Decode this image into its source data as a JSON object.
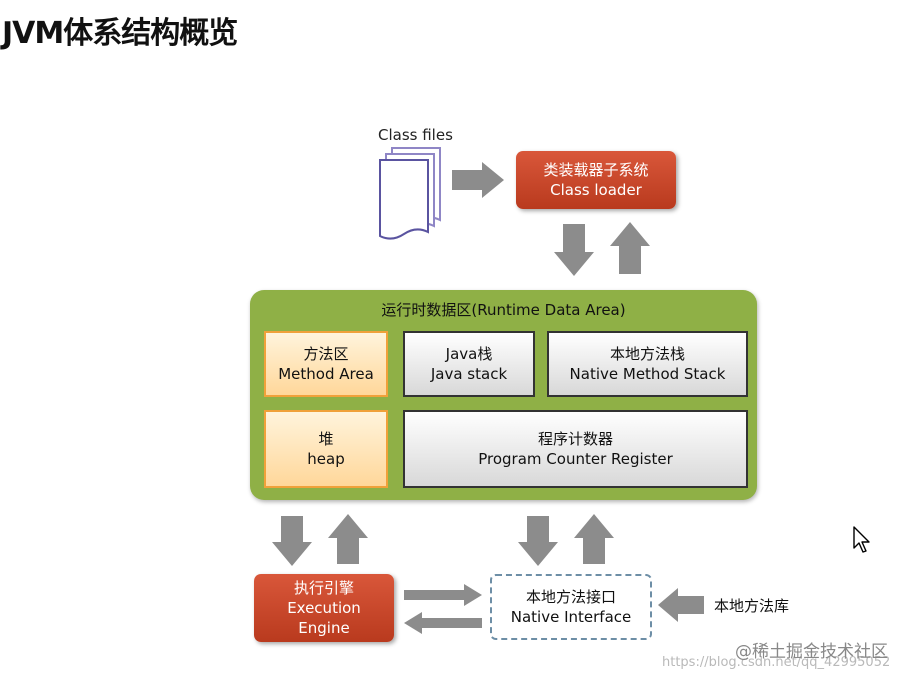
{
  "page_title": "JVM体系结构概览",
  "class_files_label": "Class files",
  "class_loader": {
    "line1": "类装载器子系统",
    "line2": "Class loader"
  },
  "runtime_area": {
    "title": "运行时数据区(Runtime Data Area)",
    "method_area": {
      "line1": "方法区",
      "line2": "Method Area"
    },
    "java_stack": {
      "line1": "Java栈",
      "line2": "Java stack"
    },
    "native_method_stack": {
      "line1": "本地方法栈",
      "line2": "Native Method Stack"
    },
    "heap": {
      "line1": "堆",
      "line2": "heap"
    },
    "program_counter": {
      "line1": "程序计数器",
      "line2": "Program Counter Register"
    }
  },
  "execution_engine": {
    "line1": "执行引擎",
    "line2": "Execution",
    "line3": "Engine"
  },
  "native_interface": {
    "line1": "本地方法接口",
    "line2": "Native Interface"
  },
  "native_library_label": "本地方法库",
  "watermark": {
    "brand": "@稀土掘金技术社区",
    "url": "https://blog.csdn.net/qq_42995052"
  },
  "colors": {
    "loader_red": "#c8452a",
    "runtime_green": "#8fb046",
    "orange_fill": "#ffe3b0",
    "arrow_gray": "#8c8c8c"
  }
}
